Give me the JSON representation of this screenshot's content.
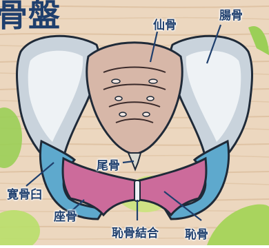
{
  "title": "骨盤",
  "labels": {
    "sacrum": "仙骨",
    "ilium": "腸骨",
    "coccyx": "尾骨",
    "acetabulum": "寛骨臼",
    "ischium": "座骨",
    "pubic_symphysis": "恥骨結合",
    "pubis": "恥骨"
  },
  "colors": {
    "bone": "#cdd6de",
    "bone_inner": "#eef2f5",
    "sacrum": "#d7b7a8",
    "ischium": "#5ea9cd",
    "pubis": "#cc6b9b",
    "label_text": "#1f3f6d",
    "background": "#e8d2b9"
  }
}
